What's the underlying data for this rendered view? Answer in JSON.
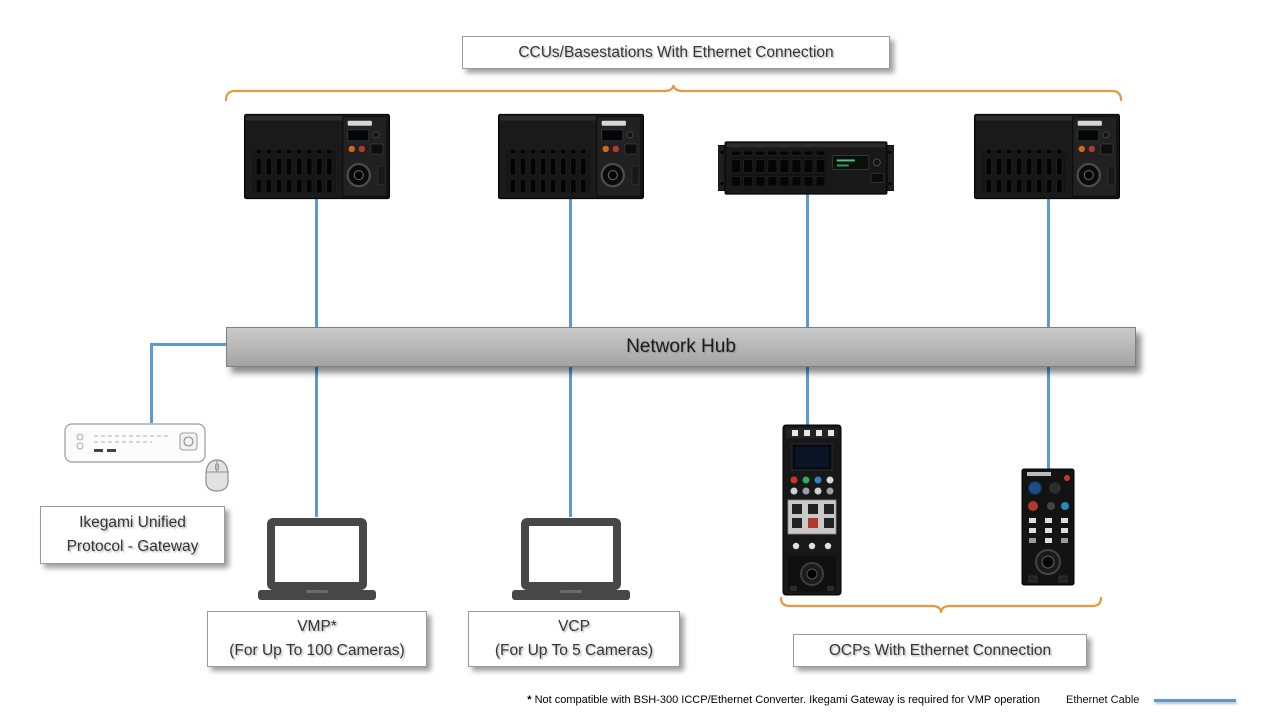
{
  "colors": {
    "ethernet": "#5b9bd5",
    "bracket": "#e59a40",
    "hub_top": "#cacaca",
    "hub_bottom": "#a4a4a4",
    "hub_border": "#7f7f7f"
  },
  "top": {
    "title": "CCUs/Basestations With Ethernet Connection"
  },
  "hub": {
    "label": "Network Hub"
  },
  "gateway": {
    "label_line1": "Ikegami Unified",
    "label_line2": "Protocol - Gateway",
    "device_icon": "gateway-converter-icon",
    "mouse_icon": "mouse-icon"
  },
  "ccu": {
    "icons": [
      "ccu-basestation-icon",
      "ccu-basestation-icon",
      "rackmount-basestation-icon",
      "ccu-basestation-icon"
    ]
  },
  "controllers": {
    "vmp": {
      "title": "VMP*",
      "subtitle": "(For Up To 100 Cameras)",
      "icon": "laptop-icon"
    },
    "vcp": {
      "title": "VCP",
      "subtitle": "(For Up To 5 Cameras)",
      "icon": "laptop-icon"
    }
  },
  "ocp": {
    "label": "OCPs With Ethernet Connection",
    "icons": [
      "ocp-panel-large-icon",
      "ocp-panel-small-icon"
    ]
  },
  "footer": {
    "footnote_marker": "*",
    "footnote_text": " Not compatible with BSH-300 ICCP/Ethernet Converter. Ikegami Gateway is required for VMP operation",
    "legend_label": "Ethernet Cable"
  }
}
